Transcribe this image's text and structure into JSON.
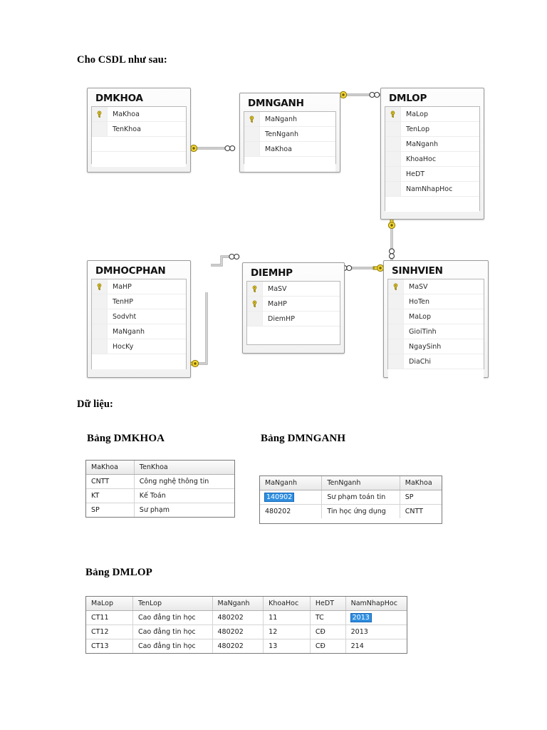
{
  "document": {
    "intro_label": "Cho CSDL như sau:",
    "data_label": "Dữ liệu:"
  },
  "er_diagram": {
    "entities": [
      {
        "name": "DMKHOA",
        "fields": [
          {
            "name": "MaKhoa",
            "key": true
          },
          {
            "name": "TenKhoa",
            "key": false
          }
        ]
      },
      {
        "name": "DMNGANH",
        "fields": [
          {
            "name": "MaNganh",
            "key": true
          },
          {
            "name": "TenNganh",
            "key": false
          },
          {
            "name": "MaKhoa",
            "key": false
          }
        ]
      },
      {
        "name": "DMLOP",
        "fields": [
          {
            "name": "MaLop",
            "key": true
          },
          {
            "name": "TenLop",
            "key": false
          },
          {
            "name": "MaNganh",
            "key": false
          },
          {
            "name": "KhoaHoc",
            "key": false
          },
          {
            "name": "HeDT",
            "key": false
          },
          {
            "name": "NamNhapHoc",
            "key": false
          }
        ]
      },
      {
        "name": "DMHOCPHAN",
        "fields": [
          {
            "name": "MaHP",
            "key": true
          },
          {
            "name": "TenHP",
            "key": false
          },
          {
            "name": "Sodvht",
            "key": false
          },
          {
            "name": "MaNganh",
            "key": false
          },
          {
            "name": "HocKy",
            "key": false
          }
        ]
      },
      {
        "name": "DIEMHP",
        "fields": [
          {
            "name": "MaSV",
            "key": true
          },
          {
            "name": "MaHP",
            "key": true
          },
          {
            "name": "DiemHP",
            "key": false
          }
        ]
      },
      {
        "name": "SINHVIEN",
        "fields": [
          {
            "name": "MaSV",
            "key": true
          },
          {
            "name": "HoTen",
            "key": false
          },
          {
            "name": "MaLop",
            "key": false
          },
          {
            "name": "GioiTinh",
            "key": false
          },
          {
            "name": "NgaySinh",
            "key": false
          },
          {
            "name": "DiaChi",
            "key": false
          }
        ]
      }
    ],
    "relationships": [
      {
        "from": "DMKHOA",
        "to": "DMNGANH",
        "from_end": "one-key",
        "to_end": "many"
      },
      {
        "from": "DMNGANH",
        "to": "DMLOP",
        "from_end": "one-key",
        "to_end": "many"
      },
      {
        "from": "DMLOP",
        "to": "SINHVIEN",
        "from_end": "one-key",
        "to_end": "many"
      },
      {
        "from": "DMHOCPHAN",
        "to": "DIEMHP",
        "from_end": "one-key",
        "to_end": "many"
      },
      {
        "from": "SINHVIEN",
        "to": "DIEMHP",
        "from_end": "one-key",
        "to_end": "many"
      }
    ]
  },
  "tables": {
    "dmkhoa": {
      "caption": "Bảng DMKHOA",
      "columns": [
        "MaKhoa",
        "TenKhoa"
      ],
      "rows": [
        [
          "CNTT",
          "Công nghệ thông tin"
        ],
        [
          "KT",
          "Kế Toán"
        ],
        [
          "SP",
          "Sư phạm"
        ]
      ]
    },
    "dmnganh": {
      "caption": "Bảng DMNGANH",
      "columns": [
        "MaNganh",
        "TenNganh",
        "MaKhoa"
      ],
      "rows": [
        [
          "140902",
          "Sư phạm toán tin",
          "SP"
        ],
        [
          "480202",
          "Tin học ứng dụng",
          "CNTT"
        ]
      ],
      "selected_cell": {
        "row": 0,
        "col": 0
      }
    },
    "dmlop": {
      "caption": "Bảng DMLOP",
      "columns": [
        "MaLop",
        "TenLop",
        "MaNganh",
        "KhoaHoc",
        "HeDT",
        "NamNhapHoc"
      ],
      "rows": [
        [
          "CT11",
          "Cao đẳng tin học",
          "480202",
          "11",
          "TC",
          "2013"
        ],
        [
          "CT12",
          "Cao đẳng tin học",
          "480202",
          "12",
          "CĐ",
          "2013"
        ],
        [
          "CT13",
          "Cao đẳng tin học",
          "480202",
          "13",
          "CĐ",
          "214"
        ]
      ],
      "selected_cell": {
        "row": 0,
        "col": 5
      }
    }
  },
  "colors": {
    "selection": "#2f8ee0",
    "key_icon": "#f2d636",
    "entity_border": "#9a9a9a",
    "grid_border": "#7a7a7a"
  }
}
